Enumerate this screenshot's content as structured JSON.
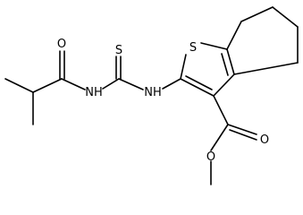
{
  "molecule": {
    "atoms": {
      "oxygen_amide": "O",
      "nitrogen_amide": "NH",
      "sulfur_thione": "S",
      "nitrogen_thioamide": "NH",
      "sulfur_ring": "S",
      "oxygen_carbonyl": "O",
      "oxygen_ester": "O"
    }
  }
}
